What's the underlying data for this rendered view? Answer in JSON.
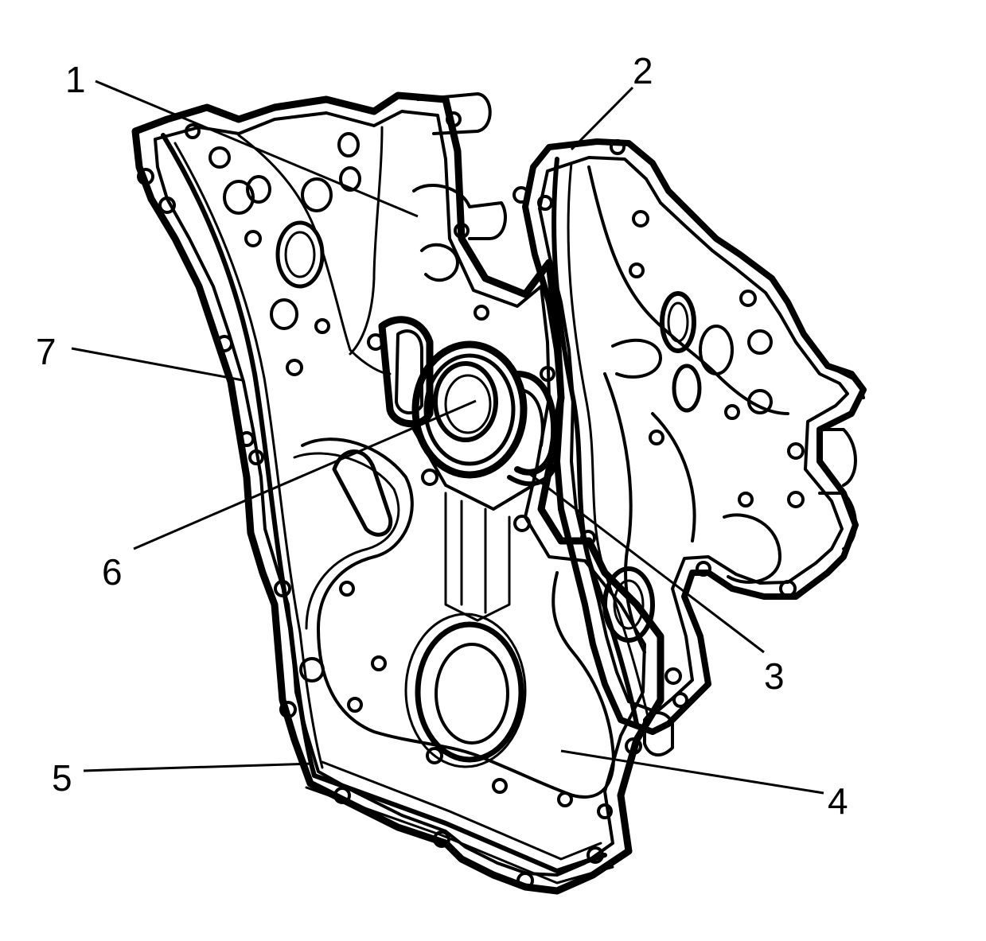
{
  "diagram": {
    "colors": {
      "ink": "#000000",
      "paper": "#ffffff"
    },
    "callouts": [
      {
        "id": "1",
        "label": "1"
      },
      {
        "id": "2",
        "label": "2"
      },
      {
        "id": "3",
        "label": "3"
      },
      {
        "id": "4",
        "label": "4"
      },
      {
        "id": "5",
        "label": "5"
      },
      {
        "id": "6",
        "label": "6"
      },
      {
        "id": "7",
        "label": "7"
      }
    ]
  }
}
